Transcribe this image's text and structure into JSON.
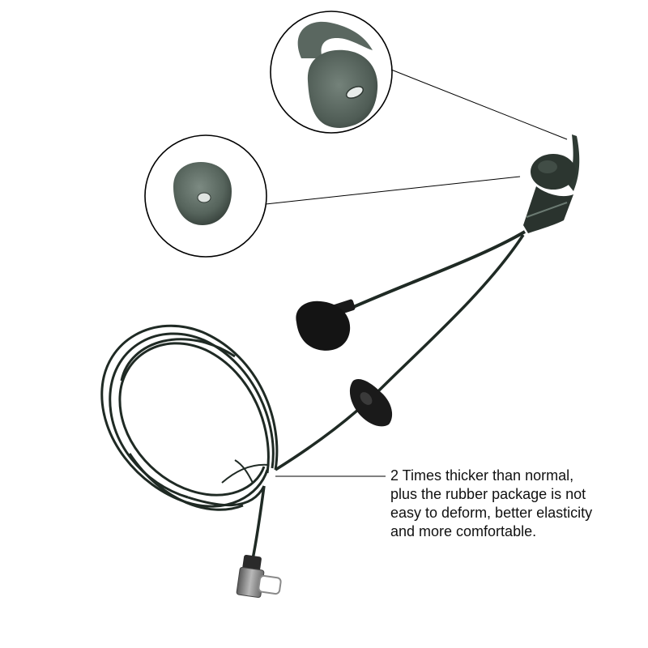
{
  "callout": {
    "lines": [
      "2 Times thicker than normal,",
      "plus the rubber package is not",
      "easy to deform, better elasticity",
      "and more comfortable."
    ]
  },
  "colors": {
    "cable": "#1f2a24",
    "rubber": "#5c6a62",
    "rubber_dark": "#3e4a44",
    "foam": "#151515",
    "connector": "#7a7a7a",
    "leader_line": "#000000"
  },
  "icons": {
    "ear_hook_inset": "ear-hook-tip",
    "ear_tip_inset": "ear-tip"
  }
}
